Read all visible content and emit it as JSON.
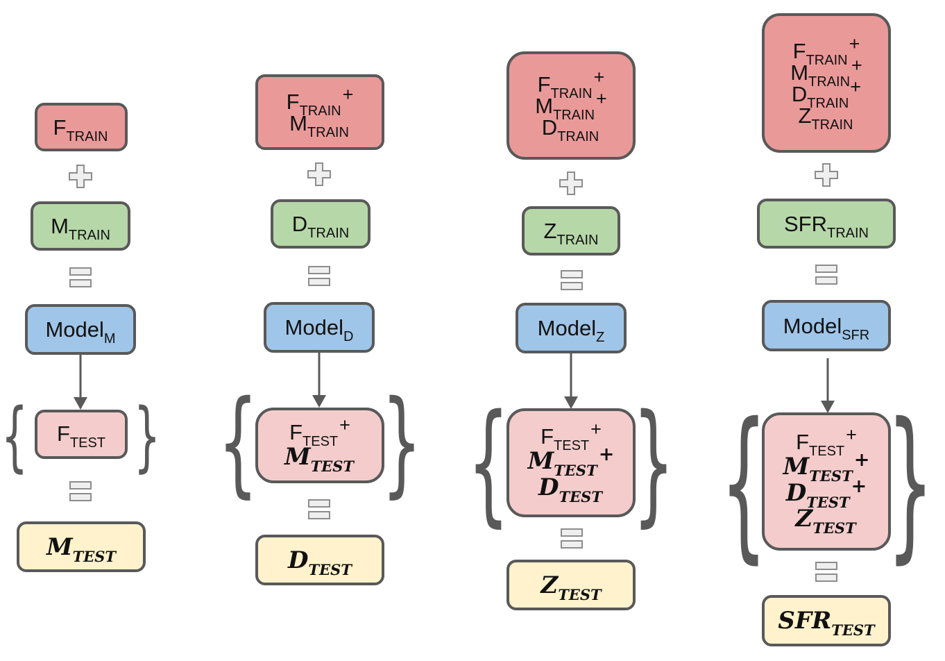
{
  "columns": [
    {
      "id": "m",
      "train_lines": [
        {
          "base": "F",
          "sub": "TRAIN",
          "plus": ""
        }
      ],
      "feature": {
        "base": "M",
        "sub": "TRAIN"
      },
      "model": {
        "base": "Model",
        "sub": "M"
      },
      "test_lines": [
        {
          "base": "F",
          "sub": "TEST",
          "plus": "",
          "script": false
        }
      ],
      "output": {
        "base": "M",
        "sub": "TEST"
      }
    },
    {
      "id": "d",
      "train_lines": [
        {
          "base": "F",
          "sub": "TRAIN",
          "plus": "+"
        },
        {
          "base": "M",
          "sub": "TRAIN",
          "plus": ""
        }
      ],
      "feature": {
        "base": "D",
        "sub": "TRAIN"
      },
      "model": {
        "base": "Model",
        "sub": "D"
      },
      "test_lines": [
        {
          "base": "F",
          "sub": "TEST",
          "plus": "+",
          "script": false
        },
        {
          "base": "M",
          "sub": "TEST",
          "plus": "",
          "script": true
        }
      ],
      "output": {
        "base": "D",
        "sub": "TEST"
      }
    },
    {
      "id": "z",
      "train_lines": [
        {
          "base": "F",
          "sub": "TRAIN",
          "plus": "+"
        },
        {
          "base": "M",
          "sub": "TRAIN",
          "plus": "+"
        },
        {
          "base": "D",
          "sub": "TRAIN",
          "plus": ""
        }
      ],
      "feature": {
        "base": "Z",
        "sub": "TRAIN"
      },
      "model": {
        "base": "Model",
        "sub": "Z"
      },
      "test_lines": [
        {
          "base": "F",
          "sub": "TEST",
          "plus": "+",
          "script": false
        },
        {
          "base": "M",
          "sub": "TEST",
          "plus": "+",
          "script": true
        },
        {
          "base": "D",
          "sub": "TEST",
          "plus": "",
          "script": true
        }
      ],
      "output": {
        "base": "Z",
        "sub": "TEST"
      }
    },
    {
      "id": "sfr",
      "train_lines": [
        {
          "base": "F",
          "sub": "TRAIN",
          "plus": "+"
        },
        {
          "base": "M",
          "sub": "TRAIN",
          "plus": "+"
        },
        {
          "base": "D",
          "sub": "TRAIN",
          "plus": "+"
        },
        {
          "base": "Z",
          "sub": "TRAIN",
          "plus": ""
        }
      ],
      "feature": {
        "base": "SFR",
        "sub": "TRAIN"
      },
      "model": {
        "base": "Model",
        "sub": "SFR"
      },
      "test_lines": [
        {
          "base": "F",
          "sub": "TEST",
          "plus": "+",
          "script": false
        },
        {
          "base": "M",
          "sub": "TEST",
          "plus": "+",
          "script": true
        },
        {
          "base": "D",
          "sub": "TEST",
          "plus": "+",
          "script": true
        },
        {
          "base": "Z",
          "sub": "TEST",
          "plus": "",
          "script": true
        }
      ],
      "output": {
        "base": "SFR",
        "sub": "TEST"
      }
    }
  ],
  "colors": {
    "train": "#ea9999",
    "feature": "#b6d7a8",
    "model": "#9fc5e8",
    "test": "#f4cccc",
    "output": "#fff2cc",
    "border": "#595959"
  },
  "icons": {
    "plus": "plus-outline-icon",
    "equals": "equals-icon",
    "arrow": "arrow-down-icon",
    "brace": "curly-brace-icon"
  }
}
